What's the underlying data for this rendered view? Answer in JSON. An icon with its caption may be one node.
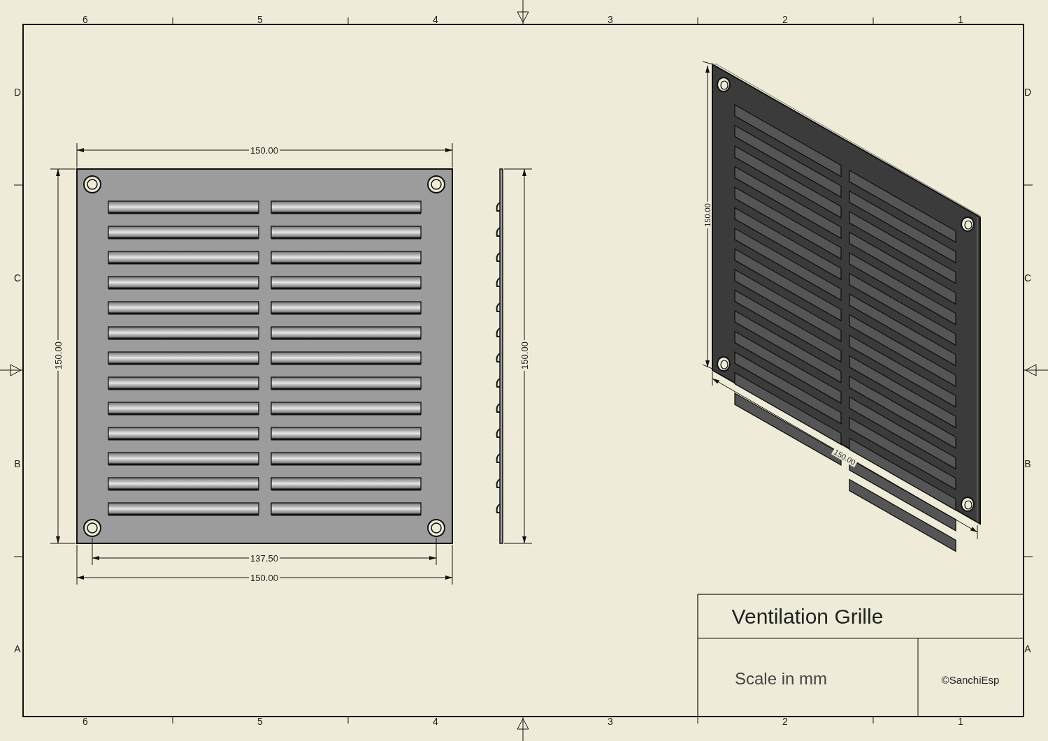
{
  "diagram": {
    "title": "Ventilation Grille",
    "labels": [
      "6",
      "5",
      "4",
      "3",
      "2",
      "1",
      "6",
      "5",
      "4",
      "3",
      "2",
      "1",
      "D",
      "C",
      "B",
      "A",
      "D",
      "C",
      "B",
      "A",
      "150.00",
      "150.00",
      "150.00",
      "137.50",
      "150.00",
      "150.00",
      "150.00",
      "Scale in mm",
      "©SanchiEsp"
    ]
  }
}
